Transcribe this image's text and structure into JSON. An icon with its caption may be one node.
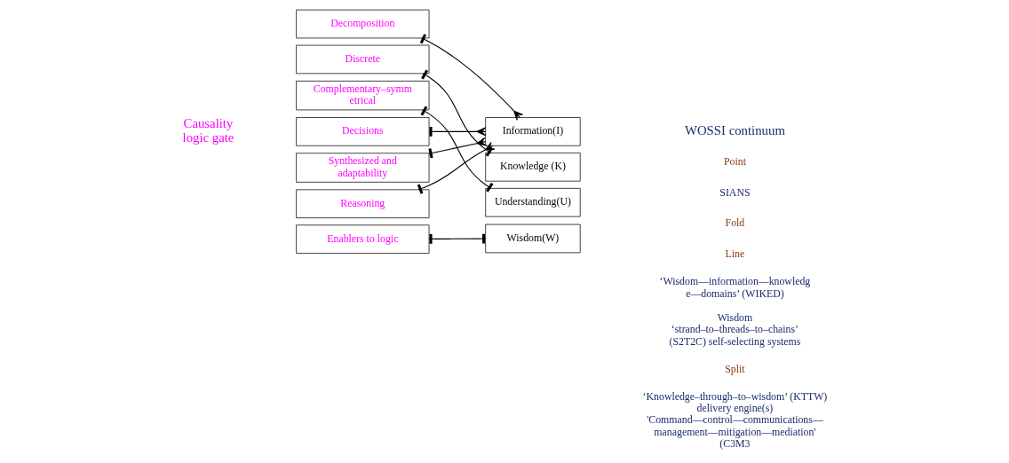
{
  "diagram": {
    "nodes": [
      {
        "text": [
          "Decomposition"
        ]
      },
      {
        "text": [
          "Discrete"
        ]
      },
      {
        "text": [
          "Complementary–symmetrical"
        ]
      },
      {
        "text": [
          "Decisions"
        ]
      },
      {
        "text": [
          "Synthesized and adaptability"
        ]
      },
      {
        "text": [
          "Reasoning"
        ]
      },
      {
        "text": [
          "Enablers to logic"
        ]
      },
      {
        "text": [
          "Information(I)"
        ]
      },
      {
        "text": [
          "Knowledge (K)"
        ]
      },
      {
        "text": [
          "Understanding(U)"
        ]
      },
      {
        "text": [
          "Wisdom(W)"
        ]
      }
    ],
    "edges": [
      {
        "from": 0,
        "to": 7,
        "arrow": "other"
      },
      {
        "from": 1,
        "to": 8,
        "arrow": "other"
      },
      {
        "from": 2,
        "to": 9,
        "arrow": "other"
      },
      {
        "from": 3,
        "to": 7,
        "arrow": "other"
      },
      {
        "from": 4,
        "to": 7,
        "arrow": "other"
      },
      {
        "from": 5,
        "to": 7,
        "arrow": "other"
      },
      {
        "from": 6,
        "to": 10,
        "arrow": "other"
      }
    ],
    "labels": [
      "Causality logic gate",
      "WOSSI continuum",
      "Point",
      "SIANS",
      "Fold",
      "Line",
      "‘Wisdom—information—knowledge—domains’ (WIKED)",
      "Wisdom ‘strand–to–threads–to–chains’ (S2T2C) self-selecting systems",
      "Split",
      "‘Knowledge–through–to–wisdom’ (KTTW) delivery engine(s) 'Command—control—communications— management—mitigation—mediation' (C3M3"
    ]
  }
}
